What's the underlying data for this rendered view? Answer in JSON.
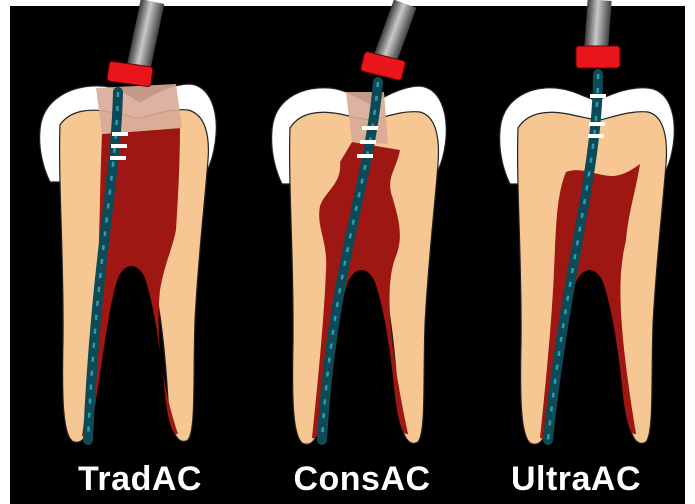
{
  "labels": {
    "trad": "TradAC",
    "cons": "ConsAC",
    "ultra": "UltraAC"
  },
  "colors": {
    "background": "#000000",
    "dentin": "#f6c793",
    "enamel": "#ffffff",
    "pulp": "#9e1712",
    "access_cavity": "#d9aa97",
    "file_shaft": "#0d4a55",
    "rubber_stop": "#e8151a",
    "handle": "#8a8a8a"
  },
  "icons": [
    "root-canal-file-icon",
    "tooth-icon"
  ]
}
